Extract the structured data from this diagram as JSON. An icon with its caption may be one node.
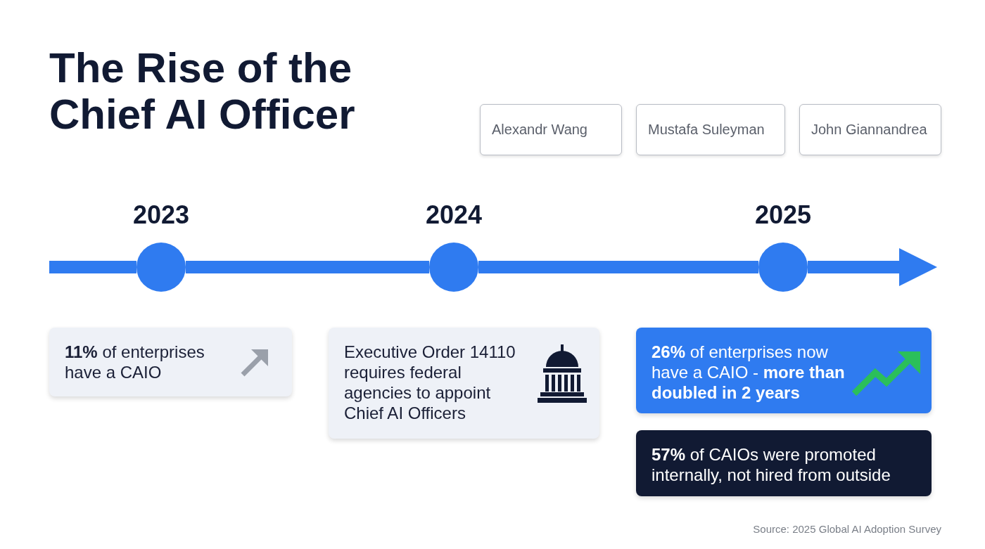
{
  "diagram": {
    "title": "The Rise of the Chief AI Officer",
    "nodes": [
      {
        "text": [
          "Alexandr Wang"
        ]
      },
      {
        "text": [
          "Mustafa Suleyman"
        ]
      },
      {
        "text": [
          "John Giannandrea"
        ]
      },
      {
        "text": [
          "2023"
        ]
      },
      {
        "text": [
          "2024"
        ]
      },
      {
        "text": [
          "2025"
        ]
      },
      {
        "text": [
          "**11%** of enterprises have a CAIO"
        ]
      },
      {
        "text": [
          "Executive Order 14110 requires federal agencies to appoint Chief AI Officers"
        ]
      },
      {
        "text": [
          "**26%** of enterprises now have a CAIO - **more than doubled in 2 years**"
        ]
      },
      {
        "text": [
          "**57%** of CAIOs were promoted internally, not hired from outside"
        ]
      }
    ],
    "edges": [
      {
        "from": null,
        "to": 3,
        "arrow": "none"
      },
      {
        "from": 3,
        "to": 4,
        "arrow": "none"
      },
      {
        "from": 4,
        "to": 5,
        "arrow": "none"
      },
      {
        "from": 5,
        "to": null,
        "arrow": "to"
      }
    ],
    "labels": [
      "Source: 2025 Global AI Adoption Survey"
    ]
  }
}
